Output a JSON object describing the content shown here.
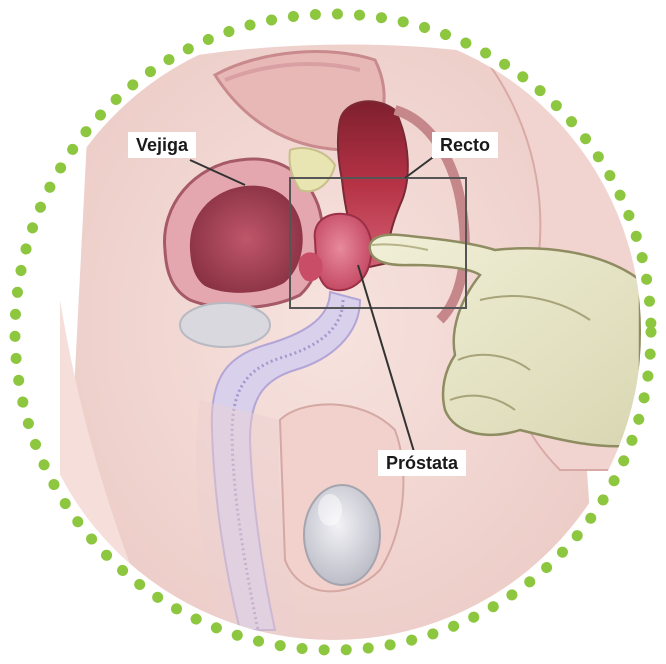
{
  "labels": {
    "bladder": "Vejiga",
    "rectum": "Recto",
    "prostate": "Próstata"
  },
  "colors": {
    "dotted_border": "#8dc63f",
    "skin": "#f2d7d3",
    "bladder_wall": "#d98a96",
    "bladder_inner": "#a8485a",
    "rectum": "#b8374a",
    "prostate": "#d75b74",
    "glove": "#e9e8c9",
    "urethra": "#cfc6e6",
    "testicle": "#dcdce4"
  }
}
